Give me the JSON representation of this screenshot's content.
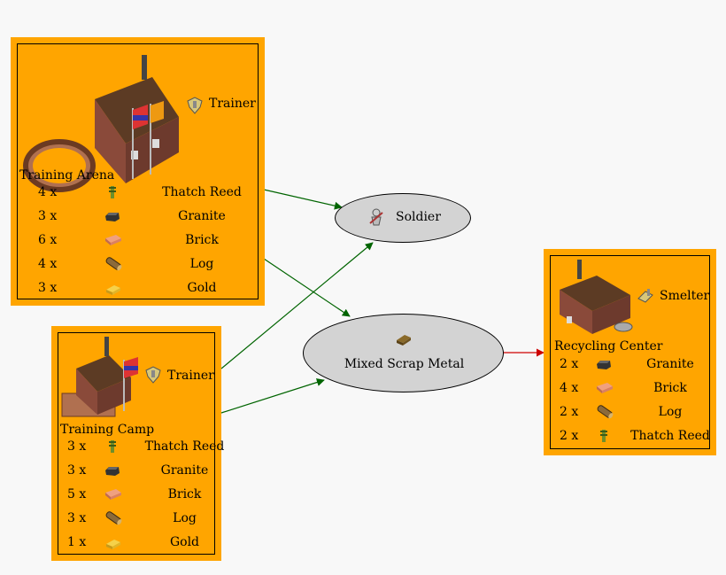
{
  "nodes": {
    "training_arena": {
      "name": "Training Arena",
      "worker": "Trainer",
      "worker_icon": "trainer-icon",
      "inputs": [
        {
          "qty": "4 x",
          "icon": "thatch-reed-icon",
          "name": "Thatch Reed"
        },
        {
          "qty": "3 x",
          "icon": "granite-icon",
          "name": "Granite"
        },
        {
          "qty": "6 x",
          "icon": "brick-icon",
          "name": "Brick"
        },
        {
          "qty": "4 x",
          "icon": "log-icon",
          "name": "Log"
        },
        {
          "qty": "3 x",
          "icon": "gold-icon",
          "name": "Gold"
        }
      ]
    },
    "training_camp": {
      "name": "Training Camp",
      "worker": "Trainer",
      "worker_icon": "trainer-icon",
      "inputs": [
        {
          "qty": "3 x",
          "icon": "thatch-reed-icon",
          "name": "Thatch Reed"
        },
        {
          "qty": "3 x",
          "icon": "granite-icon",
          "name": "Granite"
        },
        {
          "qty": "5 x",
          "icon": "brick-icon",
          "name": "Brick"
        },
        {
          "qty": "3 x",
          "icon": "log-icon",
          "name": "Log"
        },
        {
          "qty": "1 x",
          "icon": "gold-icon",
          "name": "Gold"
        }
      ]
    },
    "recycling_center": {
      "name": "Recycling Center",
      "worker": "Smelter",
      "worker_icon": "smelter-icon",
      "inputs": [
        {
          "qty": "2 x",
          "icon": "granite-icon",
          "name": "Granite"
        },
        {
          "qty": "4 x",
          "icon": "brick-icon",
          "name": "Brick"
        },
        {
          "qty": "2 x",
          "icon": "log-icon",
          "name": "Log"
        },
        {
          "qty": "2 x",
          "icon": "thatch-reed-icon",
          "name": "Thatch Reed"
        }
      ]
    },
    "soldier": {
      "label": "Soldier",
      "icon": "soldier-icon"
    },
    "scrap_metal": {
      "label": "Mixed Scrap Metal",
      "icon": "scrap-metal-icon"
    }
  },
  "edges": [
    {
      "from": "Training Arena",
      "to": "Soldier",
      "color": "#006400"
    },
    {
      "from": "Training Arena",
      "to": "Mixed Scrap Metal",
      "color": "#006400"
    },
    {
      "from": "Training Camp",
      "to": "Soldier",
      "color": "#006400"
    },
    {
      "from": "Training Camp",
      "to": "Mixed Scrap Metal",
      "color": "#006400"
    },
    {
      "from": "Mixed Scrap Metal",
      "to": "Recycling Center",
      "color": "#cd0000"
    }
  ],
  "colors": {
    "building_fill": "#ffa500",
    "ellipse_fill": "#d3d3d3",
    "producer_edge": "#006400",
    "consumer_edge": "#cd0000"
  }
}
